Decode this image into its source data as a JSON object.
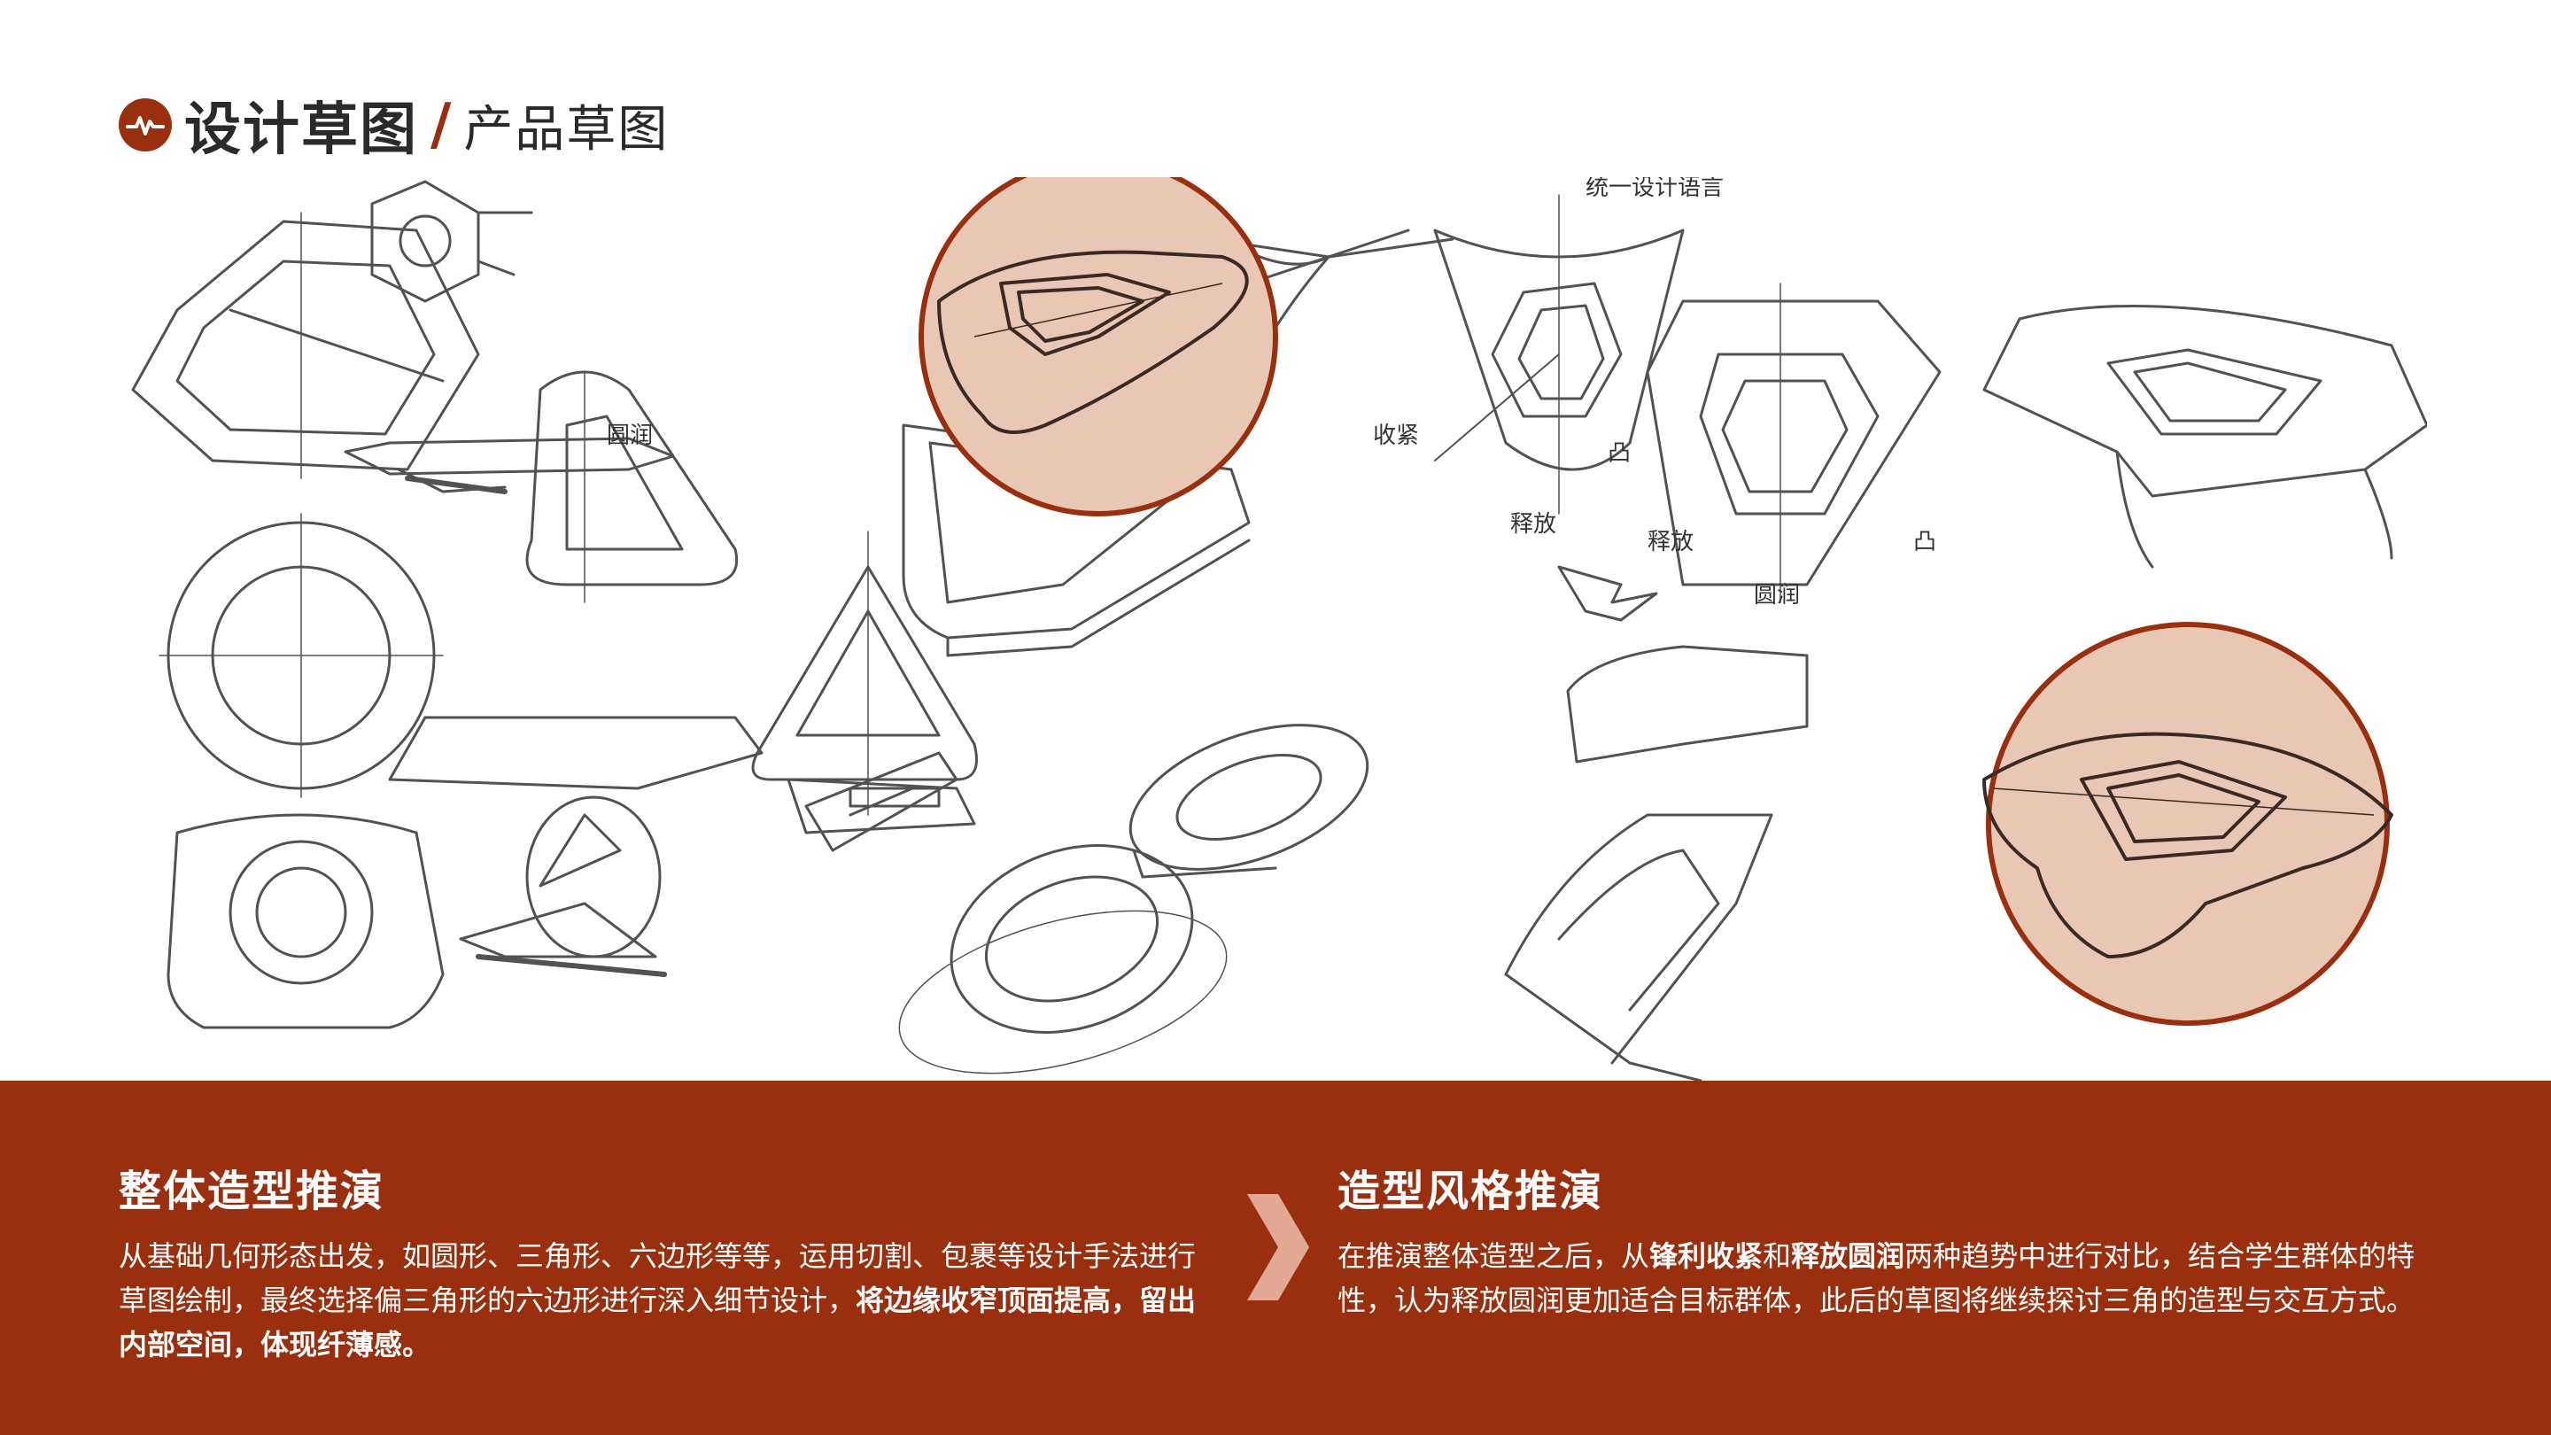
{
  "header": {
    "title_main": "设计草图",
    "title_slash": "/",
    "title_sub": "产品草图",
    "logo_icon": "pulse-icon"
  },
  "sketch_notes": {
    "top_right_note": "统一设计语言",
    "shrink_note": "收紧",
    "release_note": "释放",
    "release_note2": "释放",
    "round_note": "圆润",
    "round_note2": "圆润",
    "convex_note": "凸",
    "convex_note2": "凸"
  },
  "left_section": {
    "heading": "整体造型推演",
    "body_part1": "从基础几何形态出发，如圆形、三角形、六边形等等，运用切割、包裹等设计手法进行草图绘制，最终选择偏三角形的六边形进行深入细节设计，",
    "body_bold": "将边缘收窄顶面提高，留出内部空间，体现纤薄感。"
  },
  "right_section": {
    "heading": "造型风格推演",
    "body_part1": "在推演整体造型之后，从",
    "bold1": "锋利收紧",
    "body_part2": "和",
    "bold2": "释放圆润",
    "body_part3": "两种趋势中进行对比，结合学生群体的特性，认为释放圆润更加适合目标群体，此后的草图将继续探讨三角的造型与交互方式。"
  },
  "colors": {
    "accent": "#9a2f0f",
    "highlight_fill": "#e8c7b5",
    "arrow_fill": "#e3a894"
  }
}
